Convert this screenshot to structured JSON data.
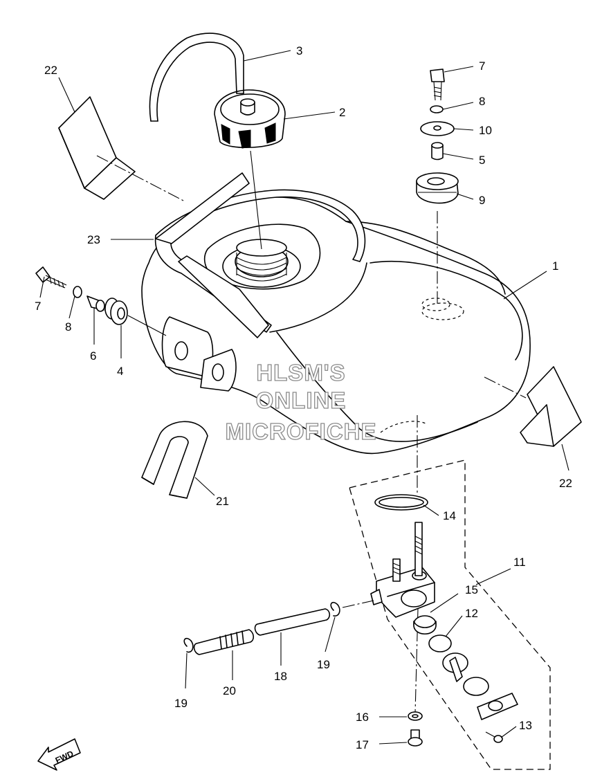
{
  "watermark": {
    "line1": "HLSM'S",
    "line2": "ONLINE",
    "line3": "MICROFICHE"
  },
  "fwd_label": "FWD",
  "callouts": [
    "1",
    "2",
    "3",
    "4",
    "5",
    "6",
    "7",
    "7",
    "8",
    "8",
    "9",
    "10",
    "11",
    "12",
    "13",
    "14",
    "15",
    "16",
    "17",
    "18",
    "19",
    "19",
    "20",
    "21",
    "22",
    "22",
    "23"
  ],
  "parts": [
    {
      "id": "1",
      "name": "fuel tank"
    },
    {
      "id": "2",
      "name": "fuel cap"
    },
    {
      "id": "3",
      "name": "breather hose"
    },
    {
      "id": "4",
      "name": "grommet"
    },
    {
      "id": "5",
      "name": "collar"
    },
    {
      "id": "6",
      "name": "collar"
    },
    {
      "id": "7",
      "name": "bolt"
    },
    {
      "id": "8",
      "name": "washer"
    },
    {
      "id": "9",
      "name": "grommet"
    },
    {
      "id": "10",
      "name": "washer"
    },
    {
      "id": "11",
      "name": "fuel cock assembly"
    },
    {
      "id": "12",
      "name": "diaphragm"
    },
    {
      "id": "13",
      "name": "screw"
    },
    {
      "id": "14",
      "name": "o-ring"
    },
    {
      "id": "15",
      "name": "lever"
    },
    {
      "id": "16",
      "name": "washer"
    },
    {
      "id": "17",
      "name": "bolt"
    },
    {
      "id": "18",
      "name": "fuel hose"
    },
    {
      "id": "19",
      "name": "clip"
    },
    {
      "id": "20",
      "name": "protector"
    },
    {
      "id": "21",
      "name": "damper"
    },
    {
      "id": "22",
      "name": "damper"
    },
    {
      "id": "23",
      "name": "seat rail"
    }
  ]
}
